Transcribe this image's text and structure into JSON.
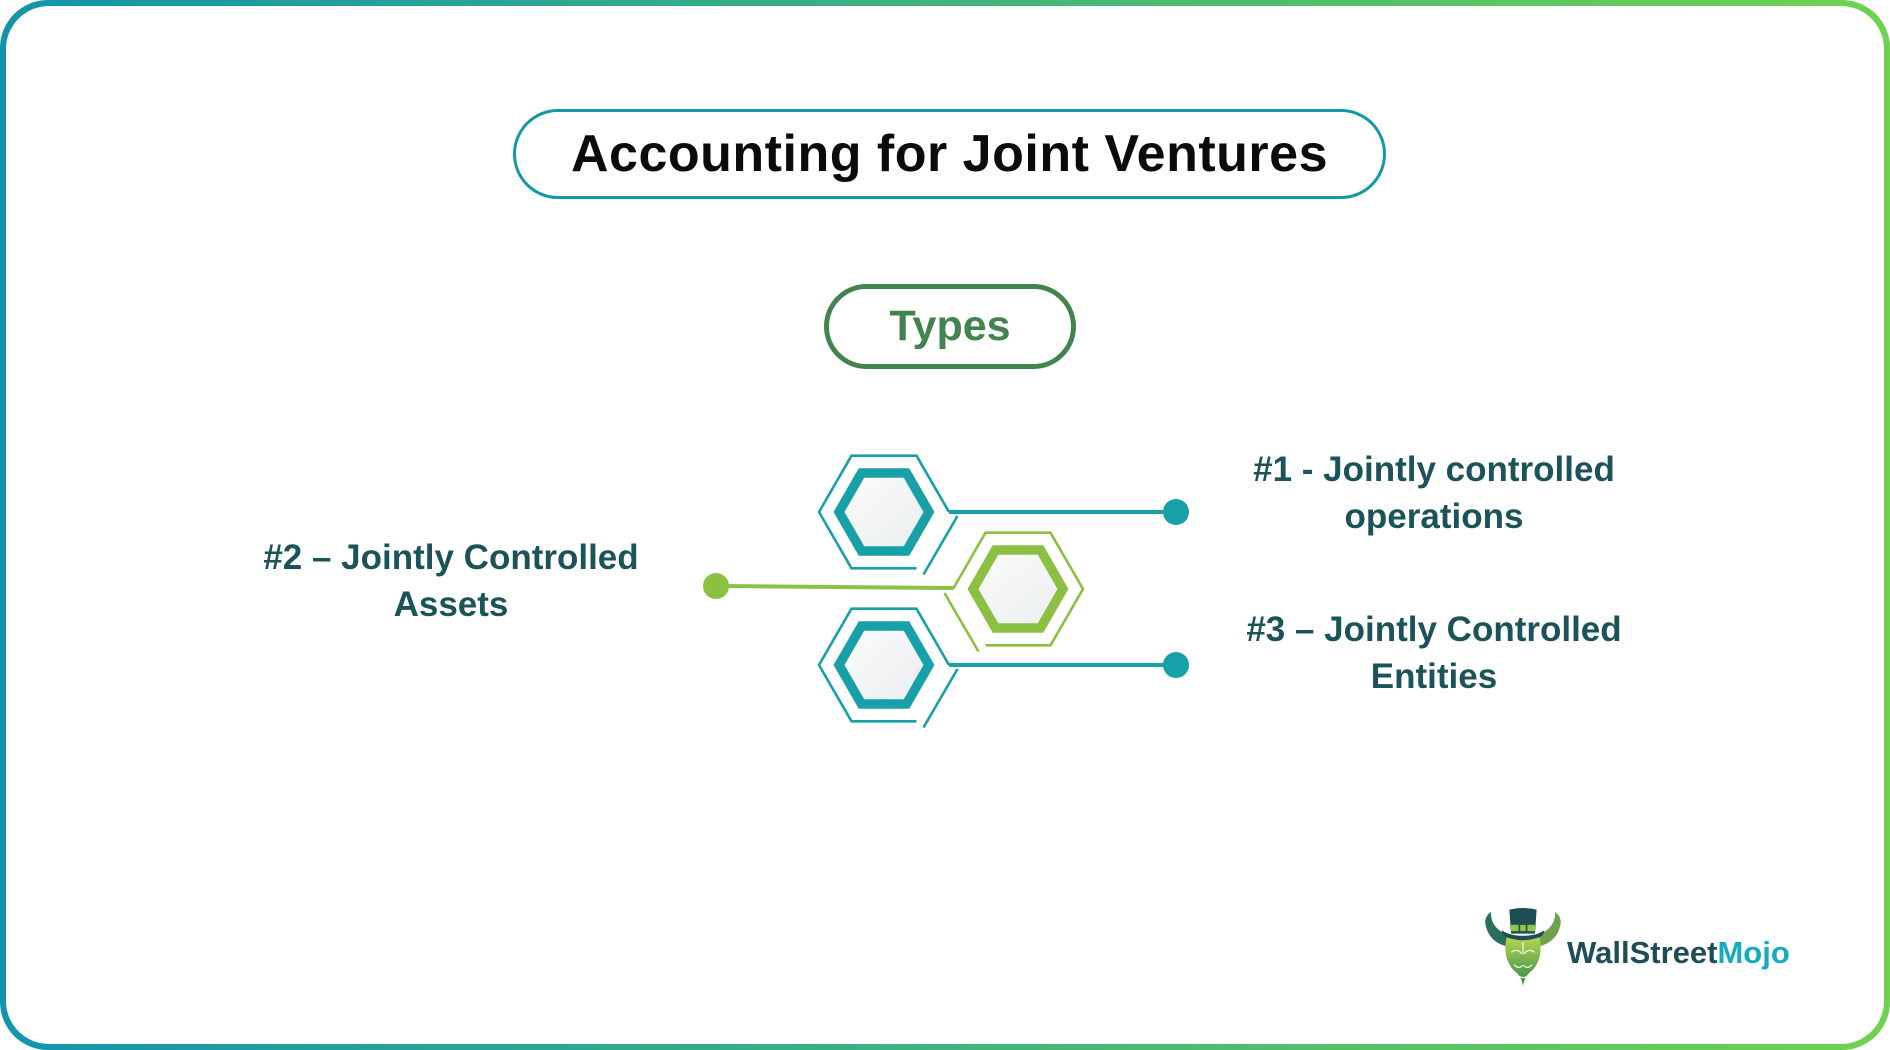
{
  "card": {
    "background": "#ffffff",
    "border_gradient_start": "#1295ac",
    "border_gradient_end": "#6fd24f"
  },
  "title": {
    "text": "Accounting for Joint Ventures",
    "border_color": "#1299a4",
    "text_color": "#0b0b0b"
  },
  "types_badge": {
    "text": "Types",
    "color": "#43834e"
  },
  "diagram": {
    "teal": "#18a0a8",
    "green": "#8cc043",
    "label_color": "#1b5358",
    "items": [
      {
        "line1": "#1 - Jointly controlled",
        "line2": "operations",
        "accent": "teal",
        "marker": "hexagon"
      },
      {
        "line1": "#2 – Jointly Controlled",
        "line2": "Assets",
        "accent": "green",
        "marker": "hexagon"
      },
      {
        "line1": "#3 – Jointly Controlled",
        "line2": "Entities",
        "accent": "teal",
        "marker": "hexagon"
      }
    ]
  },
  "logo": {
    "brand_primary": "WallStreet",
    "brand_secondary": "Mojo",
    "primary_color": "#1d4e58",
    "secondary_color": "#16abbd",
    "icon": "bull-with-top-hat-icon"
  }
}
